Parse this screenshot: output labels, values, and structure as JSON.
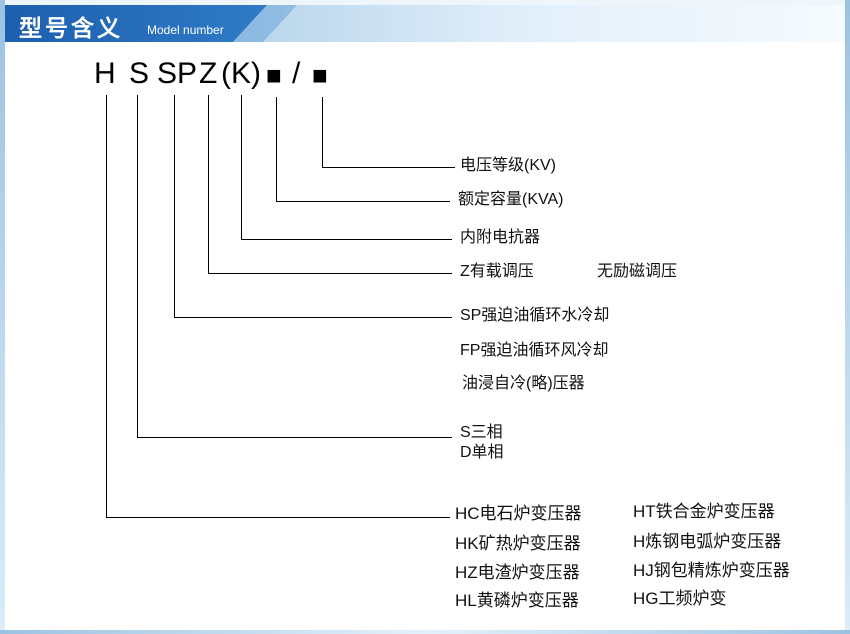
{
  "header": {
    "title_cn": "型号含义",
    "title_en": "Model number"
  },
  "model": {
    "segments": [
      "H",
      "S",
      "SP",
      "Z",
      "(K)",
      "■",
      "/",
      "■"
    ]
  },
  "labels": {
    "voltage": "电压等级(KV)",
    "capacity": "额定容量(KVA)",
    "reactor": "内附电抗器",
    "regulation_z": "Z有载调压",
    "regulation_none": "无励磁调压",
    "cooling_sp": "SP强迫油循环水冷却",
    "cooling_fp": "FP强迫油循环风冷却",
    "cooling_oil": "油浸自冷(略)压器",
    "phase_s": "S三相",
    "phase_d": "D单相"
  },
  "furnace": {
    "col1": [
      "HC电石炉变压器",
      "HK矿热炉变压器",
      "HZ电渣炉变压器",
      "HL黄磷炉变压器"
    ],
    "col2": [
      "HT铁合金炉变压器",
      "H炼钢电弧炉变压器",
      "HJ钢包精炼炉变压器",
      "HG工频炉变"
    ]
  },
  "colors": {
    "header_dark_blue": "#1c5fae",
    "header_light_blue": "#b9d6ec",
    "line_color": "#000000",
    "text_color": "#111111"
  }
}
